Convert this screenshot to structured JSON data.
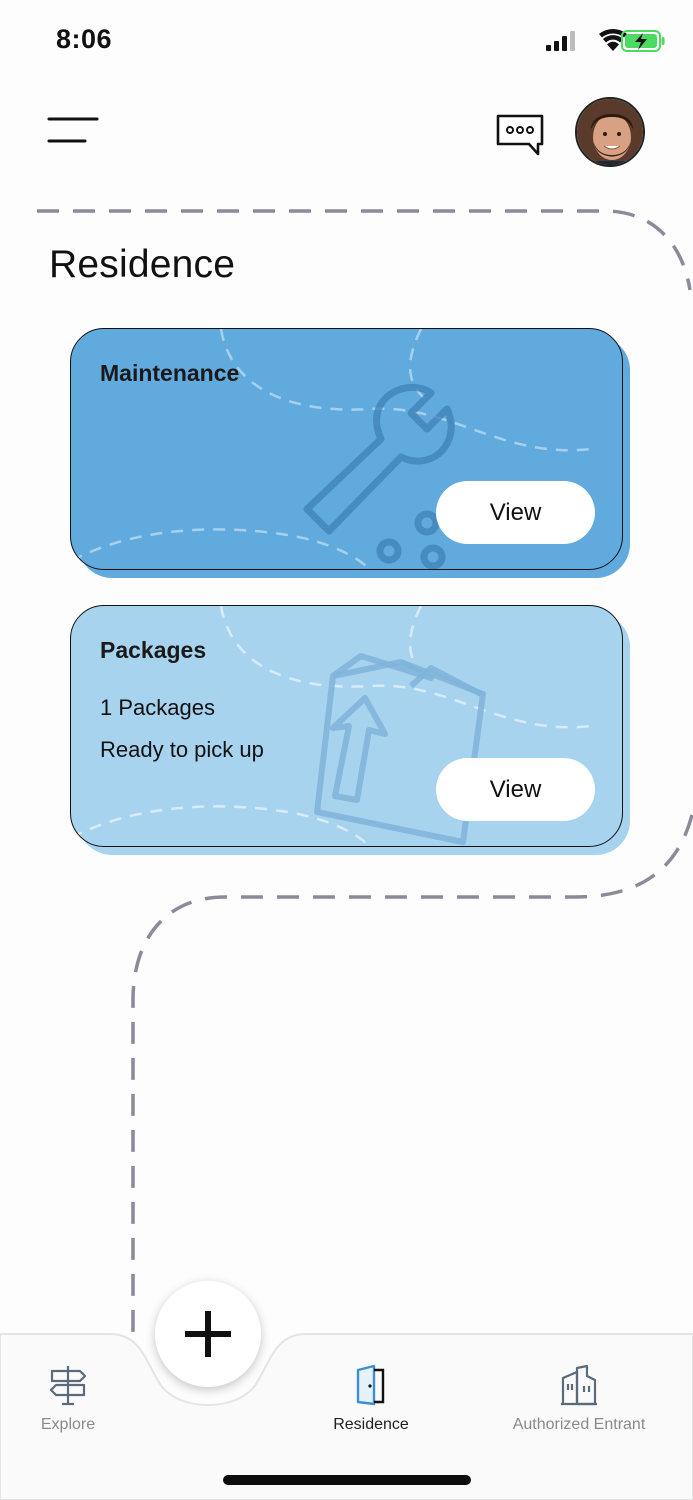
{
  "status_bar": {
    "time": "8:06",
    "icons": [
      "signal-icon",
      "wifi-icon",
      "battery-charging-icon"
    ],
    "battery_color": "#4cd964"
  },
  "header": {
    "menu_icon": "menu-icon",
    "chat_icon": "chat-bubble-icon",
    "avatar": "user-avatar"
  },
  "page": {
    "title": "Residence"
  },
  "cards": {
    "maintenance": {
      "title": "Maintenance",
      "button_label": "View",
      "icon": "wrench-icon",
      "color": "#60aade"
    },
    "packages": {
      "title": "Packages",
      "line1": "1 Packages",
      "line2": "Ready to pick up",
      "button_label": "View",
      "icon": "package-icon",
      "color": "#a7d3ef"
    }
  },
  "fab": {
    "icon": "plus-icon"
  },
  "nav": {
    "items": [
      {
        "label": "Explore",
        "icon": "signpost-icon",
        "active": false
      },
      {
        "label": "Residence",
        "icon": "door-icon",
        "active": true
      },
      {
        "label": "Authorized Entrant",
        "icon": "buildings-icon",
        "active": false
      }
    ]
  }
}
